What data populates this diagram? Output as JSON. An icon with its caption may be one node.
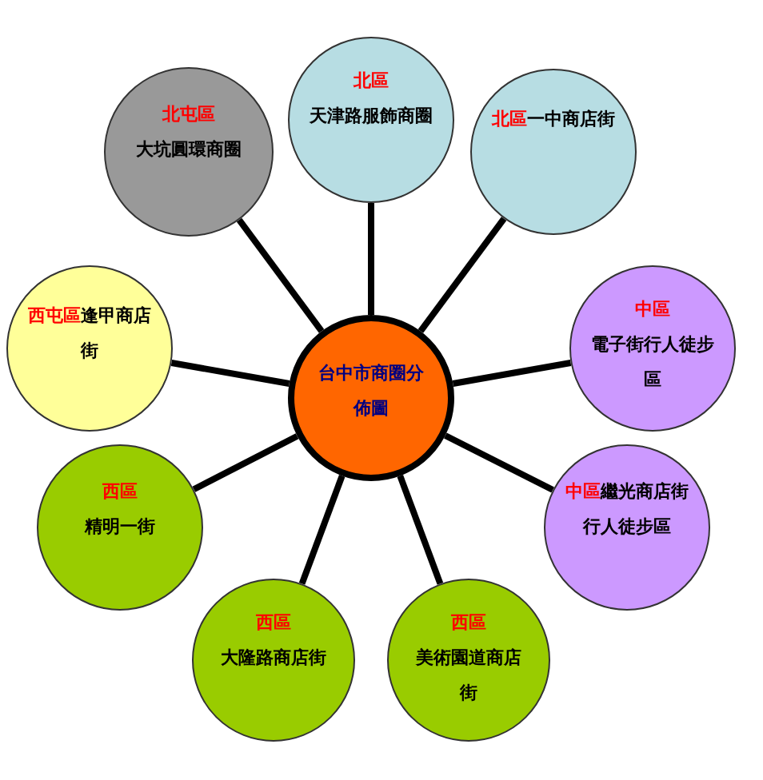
{
  "diagram": {
    "nodes": [
      {
        "text": [
          "台中市商圈分佈圖"
        ]
      },
      {
        "text": [
          "北屯區",
          "大坑圓環商圈"
        ]
      },
      {
        "text": [
          "北區",
          "天津路服飾商圈"
        ]
      },
      {
        "text": [
          "北區",
          "一中商店街"
        ]
      },
      {
        "text": [
          "中區",
          "電子街行人徒步區"
        ]
      },
      {
        "text": [
          "中區",
          "繼光商店街行人徒步區"
        ]
      },
      {
        "text": [
          "西區",
          "美術園道商店街"
        ]
      },
      {
        "text": [
          "西區",
          "大隆路商店街"
        ]
      },
      {
        "text": [
          "西區",
          "精明一街"
        ]
      },
      {
        "text": [
          "西屯區",
          "逢甲商店街"
        ]
      }
    ],
    "edges": [
      {
        "from": 0,
        "to": 1,
        "arrow": "none"
      },
      {
        "from": 0,
        "to": 2,
        "arrow": "none"
      },
      {
        "from": 0,
        "to": 3,
        "arrow": "none"
      },
      {
        "from": 0,
        "to": 4,
        "arrow": "none"
      },
      {
        "from": 0,
        "to": 5,
        "arrow": "none"
      },
      {
        "from": 0,
        "to": 6,
        "arrow": "none"
      },
      {
        "from": 0,
        "to": 7,
        "arrow": "none"
      },
      {
        "from": 0,
        "to": 8,
        "arrow": "none"
      },
      {
        "from": 0,
        "to": 9,
        "arrow": "none"
      }
    ]
  }
}
